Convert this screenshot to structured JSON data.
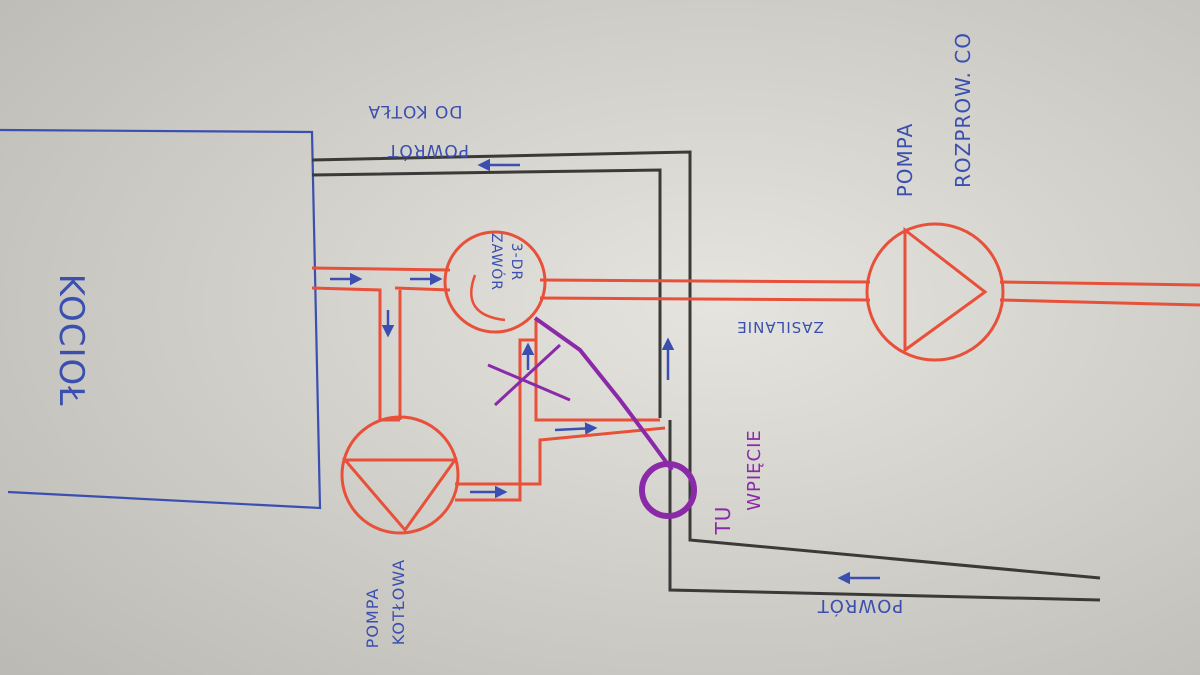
{
  "labels": {
    "boiler": "KOCIOŁ",
    "return_to_boiler_line1": "POWRÓT",
    "return_to_boiler_line2": "DO KOTŁA",
    "valve_line1": "ZAWÓR",
    "valve_line2": "3-DR",
    "supply": "ZASILANIE",
    "distribution_pump_line1": "POMPA",
    "distribution_pump_line2": "ROZPROW. CO",
    "boiler_pump_line1": "POMPA",
    "boiler_pump_line2": "KOTŁOWA",
    "here_line1": "TU",
    "here_line2": "WPIĘCIE",
    "return": "POWRÓT"
  },
  "colors": {
    "paper": "#dedcd6",
    "supply_pipe": "#e8503a",
    "return_pipe": "#3a3a38",
    "ink_blue": "#3a4fb0",
    "marker_purple": "#8a2aa8"
  }
}
